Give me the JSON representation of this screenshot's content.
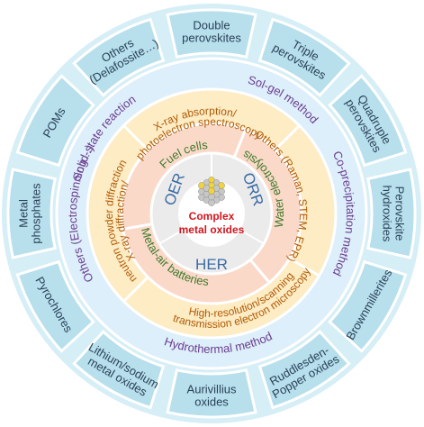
{
  "center": {
    "line1": "Complex",
    "line2": "metal oxides"
  },
  "reactions": [
    "OER",
    "ORR",
    "HER"
  ],
  "applications": [
    "Fuel cells",
    "Water electrolysis",
    "Metal-air batteries"
  ],
  "characterization": [
    {
      "line1": "X-ray absorption/",
      "line2": "photoelectron spectroscopy"
    },
    {
      "line1": "Others (Raman, STEM, EPR)",
      "line2": ""
    },
    {
      "line1": "High-resolution/scanning",
      "line2": "transmission electron microscopy"
    },
    {
      "line1": "X-ray diffraction/",
      "line2": "neutron powder diffraction"
    }
  ],
  "synthesis": [
    "Solid-state reaction",
    "Sol-gel method",
    "Co-precipitation method",
    "Hydrothermal method",
    "Others (Electrospinning…)"
  ],
  "materials": [
    {
      "lines": [
        "Double",
        "perovskites"
      ]
    },
    {
      "lines": [
        "Triple",
        "perovskites"
      ]
    },
    {
      "lines": [
        "Quadruple",
        "perovskites"
      ]
    },
    {
      "lines": [
        "Perovskite",
        "hydroxides"
      ]
    },
    {
      "lines": [
        "Brownmillerites"
      ]
    },
    {
      "lines": [
        "Ruddlesden-",
        "Popper oxides"
      ]
    },
    {
      "lines": [
        "Aurivillius",
        "oxides"
      ]
    },
    {
      "lines": [
        "Lithium/sodium",
        "metal oxides"
      ]
    },
    {
      "lines": [
        "Pyrochlores"
      ]
    },
    {
      "lines": [
        "Metal",
        "phosphates"
      ]
    },
    {
      "lines": [
        "POMs"
      ]
    },
    {
      "lines": [
        "Others",
        "(Delafossite…)"
      ]
    }
  ],
  "colors": {
    "outer_ring": "#d6eef6",
    "tile": "#b7dfec",
    "tile_border": "#ffffff",
    "synthesis_ring": "#ddeffa",
    "characterization_ring": "#fdecc4",
    "application_ring": "#fbd9c9",
    "reaction_ring": "#ebebeb",
    "center": "#ffffff"
  }
}
